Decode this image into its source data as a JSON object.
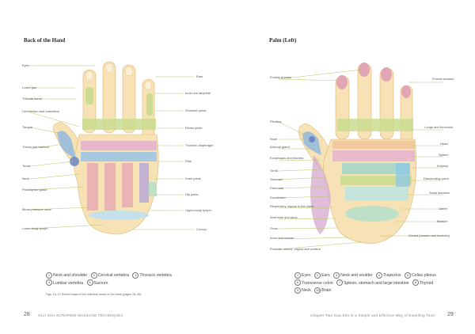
{
  "left_page": {
    "title": "Back of the Hand",
    "labels_left": [
      "Eyes",
      "Lower jaw",
      "Trifacial nerve",
      "Cerebellum and brainstem",
      "Tongue",
      "Throat and trachea",
      "Tonsil",
      "Neck",
      "Parathyroid gland",
      "Blood pressure zone",
      "Lower body lymph"
    ],
    "labels_right": [
      "Ears",
      "Inner ear labyrinth",
      "Shoulder joints",
      "Elbow joints",
      "Thoracic diaphragm",
      "Ribs",
      "Knee joints",
      "Hip joints",
      "Upper-body lymph",
      "Coccyx"
    ],
    "legend": [
      {
        "n": "1",
        "t": "Neck and shoulder"
      },
      {
        "n": "2",
        "t": "Cervical vertebra"
      },
      {
        "n": "3",
        "t": "Thoracic vertebra"
      },
      {
        "n": "4",
        "t": "Lumbar vertebra"
      },
      {
        "n": "5",
        "t": "Sacrum"
      }
    ],
    "caption": "Figs. 15–17 Sketch maps of the reflection areas on the hand (pages 28–30).",
    "page_number": "28",
    "running_head": "GUA SHA SCRAPING MASSAGE TECHNIQUES"
  },
  "right_page": {
    "title": "Palm (Left)",
    "labels_left": [
      "Frontal sinuses",
      "Pituitary",
      "Nose",
      "Adrenal gland",
      "Esophagus and trachea",
      "Tonsil",
      "Stomach",
      "Pancreas",
      "Duodenum",
      "Respiratory organs in the chest",
      "Anal tube and anus",
      "Groin",
      "Anus and rectum",
      "Prostate, uterus, vagina and urethra"
    ],
    "labels_right": [
      "Frontal sinuses",
      "Lungs and bronchus",
      "Heart",
      "Spleen",
      "Kidneys",
      "Descending colon",
      "Small intestine",
      "Ureter",
      "Bladder",
      "Gonad (ovaries and testicles)"
    ],
    "legend": [
      {
        "n": "1",
        "t": "Eyes"
      },
      {
        "n": "2",
        "t": "Ears"
      },
      {
        "n": "3",
        "t": "Neck and soulder"
      },
      {
        "n": "4",
        "t": "Trapezius"
      },
      {
        "n": "5",
        "t": "Celiac plexus"
      },
      {
        "n": "6",
        "t": "Transverse colon"
      },
      {
        "n": "7",
        "t": "Spleen, stomach and large intestine"
      },
      {
        "n": "8",
        "t": "Thyroid"
      },
      {
        "n": "9",
        "t": "Neck"
      },
      {
        "n": "10",
        "t": "Brain"
      }
    ],
    "page_number": "29",
    "running_head": "Chapter Two  Gua Sha Is a Simple and Effective Way of Expelling Toxin"
  }
}
